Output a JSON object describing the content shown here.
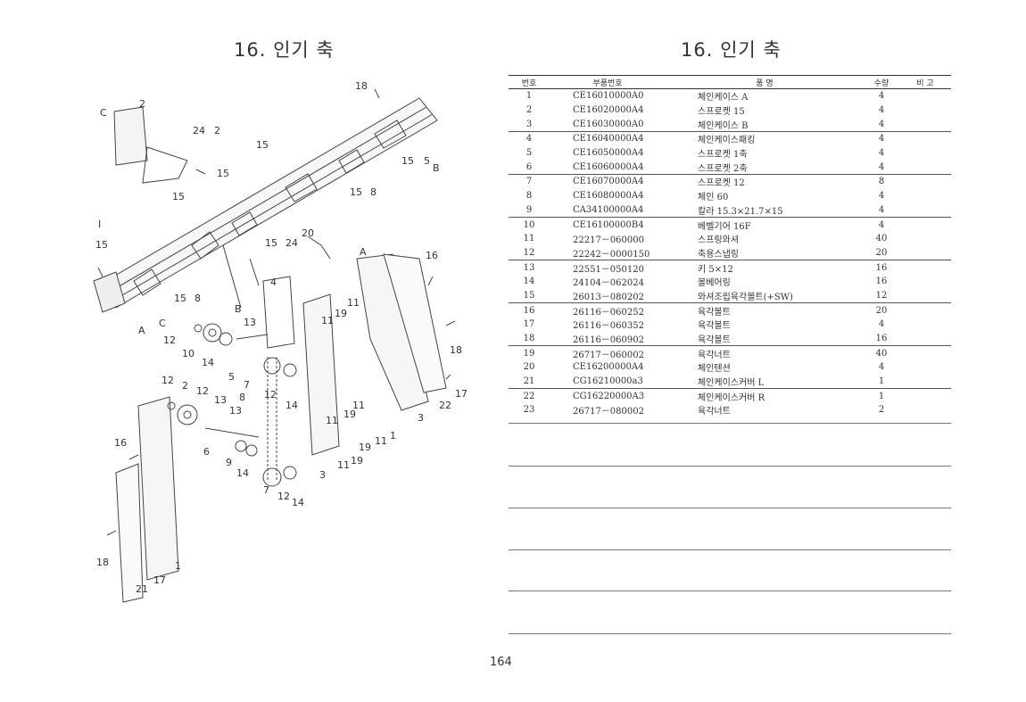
{
  "left_page": {
    "title": "16. 인기 축"
  },
  "right_page": {
    "title": "16. 인기 축"
  },
  "page_number": "164",
  "table": {
    "headers": {
      "no": "번호",
      "part_no": "부품번호",
      "name": "품 명",
      "qty": "수량",
      "remark": "비 고"
    },
    "rows": [
      {
        "no": "1",
        "part_no": "CE16010000A0",
        "name": "체인케이스 A",
        "qty": "4"
      },
      {
        "no": "2",
        "part_no": "CE16020000A4",
        "name": "스프로켓 15",
        "qty": "4"
      },
      {
        "no": "3",
        "part_no": "CE16030000A0",
        "name": "체인케이스 B",
        "qty": "4"
      },
      {
        "no": "4",
        "part_no": "CE16040000A4",
        "name": "체인케이스패킹",
        "qty": "4"
      },
      {
        "no": "5",
        "part_no": "CE16050000A4",
        "name": "스프로켓 1축",
        "qty": "4"
      },
      {
        "no": "6",
        "part_no": "CE16060000A4",
        "name": "스프로켓 2축",
        "qty": "4"
      },
      {
        "no": "7",
        "part_no": "CE16070000A4",
        "name": "스프로켓 12",
        "qty": "8"
      },
      {
        "no": "8",
        "part_no": "CE16080000A4",
        "name": "체인 60",
        "qty": "4"
      },
      {
        "no": "9",
        "part_no": "CA34100000A4",
        "name": "칼라 15.3×21.7×15",
        "qty": "4"
      },
      {
        "no": "10",
        "part_no": "CE16100000B4",
        "name": "베벨기어 16F",
        "qty": "4"
      },
      {
        "no": "11",
        "part_no": "22217－060000",
        "name": "스프링와셔",
        "qty": "40"
      },
      {
        "no": "12",
        "part_no": "22242－0000150",
        "name": "축용스냅링",
        "qty": "20"
      },
      {
        "no": "13",
        "part_no": "22551－050120",
        "name": "키 5×12",
        "qty": "16"
      },
      {
        "no": "14",
        "part_no": "24104－062024",
        "name": "볼베어링",
        "qty": "16"
      },
      {
        "no": "15",
        "part_no": "26013－080202",
        "name": "와셔조립육각볼트(+SW)",
        "qty": "12"
      },
      {
        "no": "16",
        "part_no": "26116－060252",
        "name": "육각볼트",
        "qty": "20"
      },
      {
        "no": "17",
        "part_no": "26116－060352",
        "name": "육각볼트",
        "qty": "4"
      },
      {
        "no": "18",
        "part_no": "26116－060902",
        "name": "육각볼트",
        "qty": "16"
      },
      {
        "no": "19",
        "part_no": "26717－060002",
        "name": "육각너트",
        "qty": "40"
      },
      {
        "no": "20",
        "part_no": "CE16200000A4",
        "name": "체인텐션",
        "qty": "4"
      },
      {
        "no": "21",
        "part_no": "CG16210000a3",
        "name": "체인케이스커버 L",
        "qty": "1"
      },
      {
        "no": "22",
        "part_no": "CG16220000A3",
        "name": "체인케이스커버 R",
        "qty": "1"
      },
      {
        "no": "23",
        "part_no": "26717－080002",
        "name": "육각너트",
        "qty": "2"
      }
    ]
  },
  "diagram": {
    "callouts": [
      "18",
      "2",
      "C",
      "24",
      "2",
      "15",
      "15",
      "15",
      "8",
      "15",
      "B",
      "15",
      "24",
      "20",
      "15",
      "A",
      "16",
      "15",
      "8",
      "4",
      "B",
      "13",
      "11",
      "19",
      "11",
      "C",
      "A",
      "12",
      "10",
      "14",
      "5",
      "7",
      "12",
      "2",
      "12",
      "13",
      "8",
      "13",
      "14",
      "12",
      "14",
      "11",
      "19",
      "11",
      "17",
      "22",
      "18",
      "3",
      "16",
      "6",
      "9",
      "14",
      "7",
      "12",
      "14",
      "19",
      "11",
      "1",
      "11",
      "19",
      "3",
      "18",
      "1",
      "17",
      "21",
      "I"
    ]
  }
}
